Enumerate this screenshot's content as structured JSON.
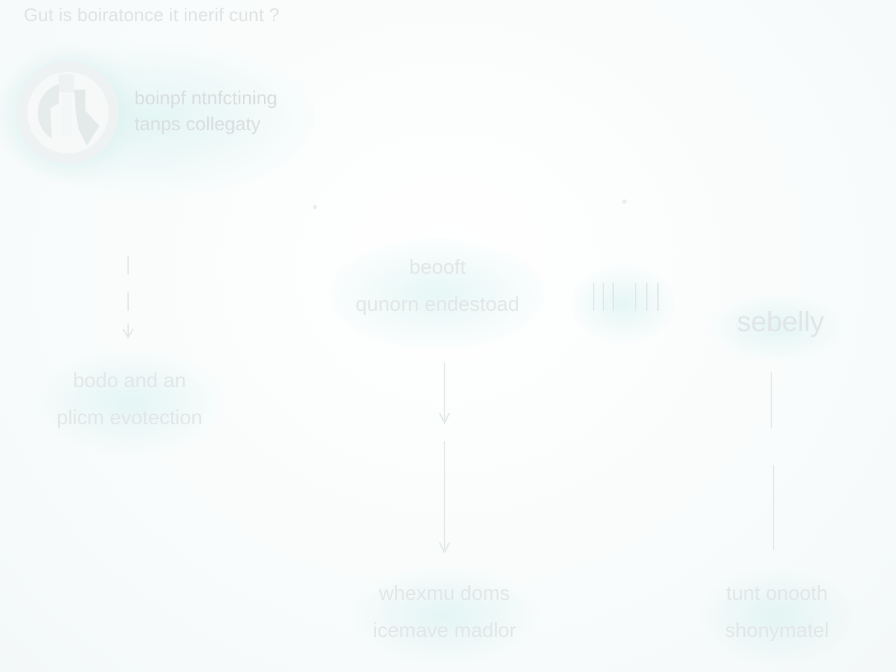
{
  "title": "Gut is boiratonce it inerif cunt ?",
  "subtitle": [
    "boinpf ntnfctining",
    "tanps collegaty"
  ],
  "nodes": {
    "left_bottom": [
      "bodo and an",
      "plicm evotection"
    ],
    "center_top": [
      "beooft",
      "qunorn endestoad"
    ],
    "center_bottom": [
      "whexmu doms",
      "icemave madlor"
    ],
    "right_top": "sebelly",
    "right_bottom": [
      "tunt onooth",
      "shonymatel"
    ]
  },
  "colors": {
    "background": "#fbfdfd",
    "text": "#e0e4e4",
    "glow": "#d6f0ee"
  },
  "icons": {
    "logo": "globe-figure-logo"
  }
}
